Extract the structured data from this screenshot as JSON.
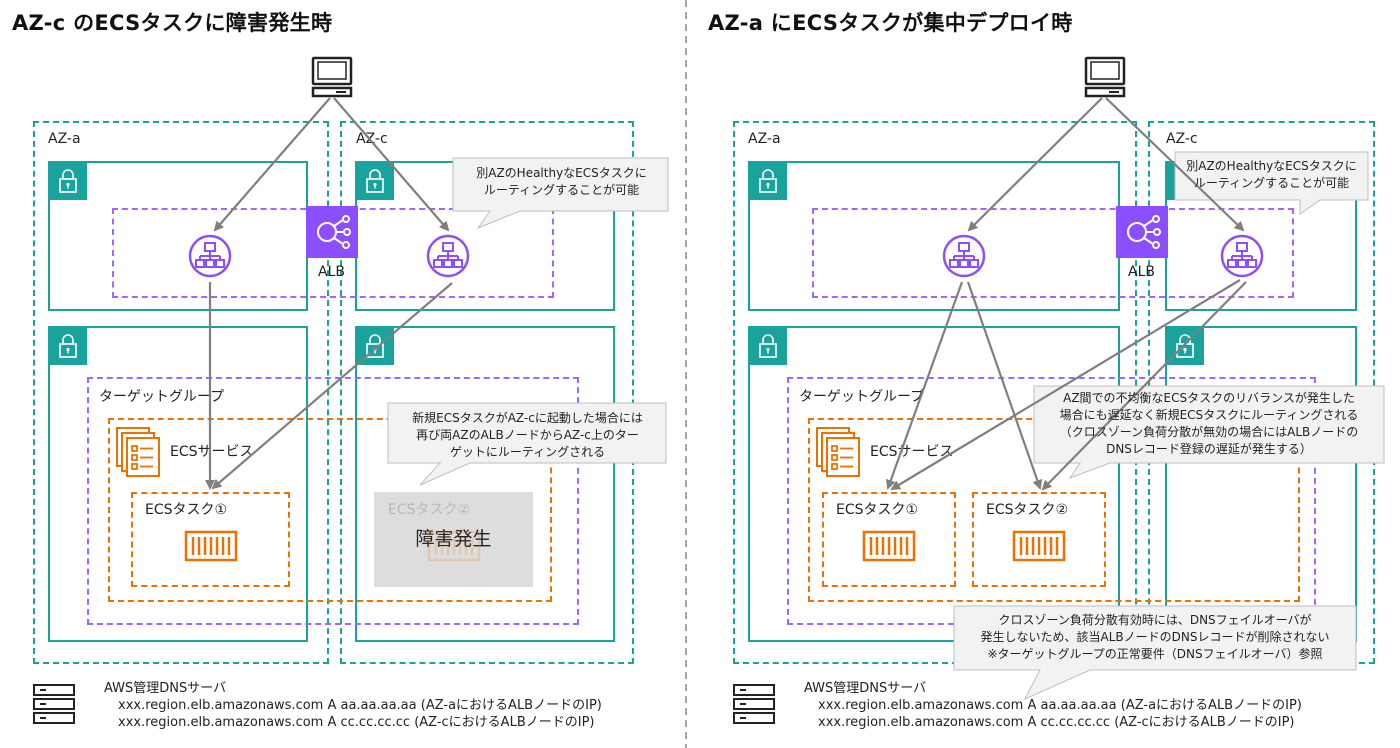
{
  "left": {
    "title": "AZ-c のECSタスクに障害発生時",
    "az_a": "AZ-a",
    "az_c": "AZ-c",
    "alb": "ALB",
    "target_group": "ターゲットグループ",
    "ecs_service": "ECSサービス",
    "task1": "ECSタスク①",
    "task2": "ECSタスク②",
    "failure": "障害発生",
    "callout1": [
      "別AZのHealthyなECSタスクに",
      "ルーティングすることが可能"
    ],
    "callout2": [
      "新規ECSタスクがAZ-cに起動した場合には",
      "再び両AZのALBノードからAZ-c上のター",
      "ゲットにルーティングされる"
    ],
    "dns_title": "AWS管理DNSサーバ",
    "dns_line1": "xxx.region.elb.amazonaws.com A aa.aa.aa.aa (AZ-aにおけるALBノードのIP)",
    "dns_line2": "xxx.region.elb.amazonaws.com A cc.cc.cc.cc (AZ-cにおけるALBノードのIP)"
  },
  "right": {
    "title": "AZ-a にECSタスクが集中デプロイ時",
    "az_a": "AZ-a",
    "az_c": "AZ-c",
    "alb": "ALB",
    "target_group": "ターゲットグループ",
    "ecs_service": "ECSサービス",
    "task1": "ECSタスク①",
    "task2": "ECSタスク②",
    "callout1": [
      "別AZのHealthyなECSタスクに",
      "ルーティングすることが可能"
    ],
    "callout2": [
      "AZ間での不均衡なECSタスクのリバランスが発生した",
      "場合にも遅延なく新規ECSタスクにルーティングされる",
      "（クロスゾーン負荷分散が無効の場合にはALBノードの",
      "DNSレコード登録の遅延が発生する）"
    ],
    "callout3": [
      "クロスゾーン負荷分散有効時には、DNSフェイルオーバが",
      "発生しないため、該当ALBノードのDNSレコードが削除されない",
      "※ターゲットグループの正常要件（DNSフェイルオーバ）参照"
    ],
    "dns_title": "AWS管理DNSサーバ",
    "dns_line1": "xxx.region.elb.amazonaws.com A aa.aa.aa.aa (AZ-aにおけるALBノードのIP)",
    "dns_line2": "xxx.region.elb.amazonaws.com A cc.cc.cc.cc (AZ-cにおけるALBノードのIP)"
  },
  "colors": {
    "teal": "#1aa39c",
    "purple": "#8c4fff",
    "orange": "#ed7100",
    "arrow": "#7f7f7f"
  }
}
